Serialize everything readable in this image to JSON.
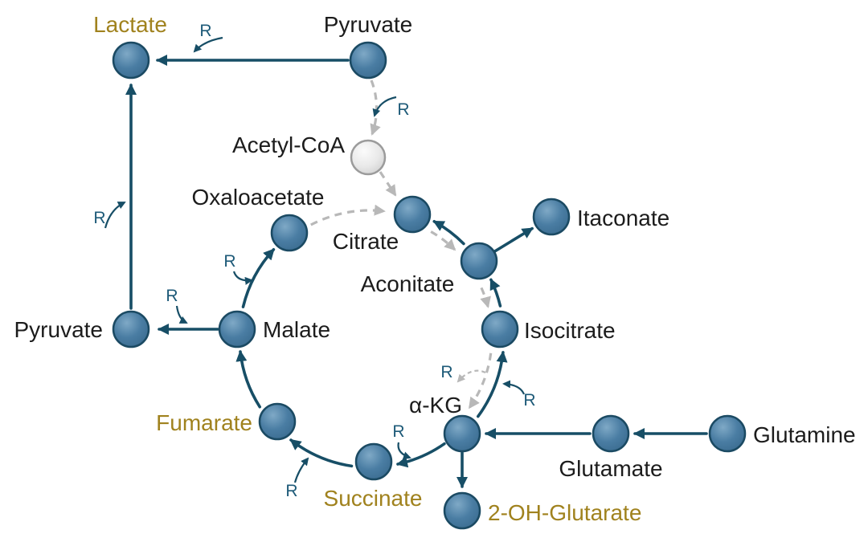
{
  "diagram": {
    "type": "metabolic-pathway",
    "r_label": "R",
    "colors": {
      "node_fill": "#4a7da3",
      "node_stroke": "#1b4a63",
      "acetyl_fill": "#e6e6e6",
      "arrow_solid": "#174e66",
      "arrow_dashed": "#b8b8b8",
      "label_default": "#1c1c1c",
      "label_highlight": "#a0821e",
      "label_r": "#1d5a78"
    },
    "nodes": {
      "lactate": {
        "label": "Lactate",
        "highlighted": true
      },
      "pyruvate_top": {
        "label": "Pyruvate",
        "highlighted": false
      },
      "acetyl_coa": {
        "label": "Acetyl-CoA",
        "highlighted": false
      },
      "oxaloacetate": {
        "label": "Oxaloacetate",
        "highlighted": false
      },
      "citrate": {
        "label": "Citrate",
        "highlighted": false
      },
      "aconitate": {
        "label": "Aconitate",
        "highlighted": false
      },
      "itaconate": {
        "label": "Itaconate",
        "highlighted": false
      },
      "isocitrate": {
        "label": "Isocitrate",
        "highlighted": false
      },
      "akg": {
        "label": "α-KG",
        "highlighted": false
      },
      "glutamate": {
        "label": "Glutamate",
        "highlighted": false
      },
      "glutamine": {
        "label": "Glutamine",
        "highlighted": false
      },
      "two_oh_glutarate": {
        "label": "2-OH-Glutarate",
        "highlighted": true
      },
      "succinate": {
        "label": "Succinate",
        "highlighted": true
      },
      "fumarate": {
        "label": "Fumarate",
        "highlighted": true
      },
      "malate": {
        "label": "Malate",
        "highlighted": false
      },
      "pyruvate_left": {
        "label": "Pyruvate",
        "highlighted": false
      }
    },
    "edges": [
      {
        "from": "Pyruvate",
        "to": "Lactate",
        "style": "solid",
        "r": true
      },
      {
        "from": "Pyruvate",
        "to": "Acetyl-CoA",
        "style": "dashed",
        "r": true
      },
      {
        "from": "Acetyl-CoA",
        "to": "Citrate",
        "style": "dashed",
        "r": false
      },
      {
        "from": "Oxaloacetate",
        "to": "Citrate",
        "style": "dashed",
        "r": false
      },
      {
        "from": "Citrate",
        "to": "Aconitate",
        "style": "dashed",
        "r": false
      },
      {
        "from": "Aconitate",
        "to": "Isocitrate",
        "style": "dashed",
        "r": false
      },
      {
        "from": "Isocitrate",
        "to": "α-KG",
        "style": "dashed",
        "r": true
      },
      {
        "from": "Aconitate",
        "to": "Citrate",
        "style": "solid",
        "r": false
      },
      {
        "from": "Isocitrate",
        "to": "Aconitate",
        "style": "solid",
        "r": false
      },
      {
        "from": "α-KG",
        "to": "Isocitrate",
        "style": "solid",
        "r": true
      },
      {
        "from": "Aconitate",
        "to": "Itaconate",
        "style": "solid",
        "r": false
      },
      {
        "from": "Glutamine",
        "to": "Glutamate",
        "style": "solid",
        "r": false
      },
      {
        "from": "Glutamate",
        "to": "α-KG",
        "style": "solid",
        "r": false
      },
      {
        "from": "α-KG",
        "to": "2-OH-Glutarate",
        "style": "solid",
        "r": false
      },
      {
        "from": "α-KG",
        "to": "Succinate",
        "style": "solid",
        "r": true
      },
      {
        "from": "Succinate",
        "to": "Fumarate",
        "style": "solid",
        "r": true
      },
      {
        "from": "Fumarate",
        "to": "Malate",
        "style": "solid",
        "r": false
      },
      {
        "from": "Malate",
        "to": "Oxaloacetate",
        "style": "solid",
        "r": true
      },
      {
        "from": "Malate",
        "to": "Pyruvate",
        "style": "solid",
        "r": true
      },
      {
        "from": "Pyruvate (left)",
        "to": "Lactate",
        "style": "solid",
        "r": true
      }
    ]
  }
}
